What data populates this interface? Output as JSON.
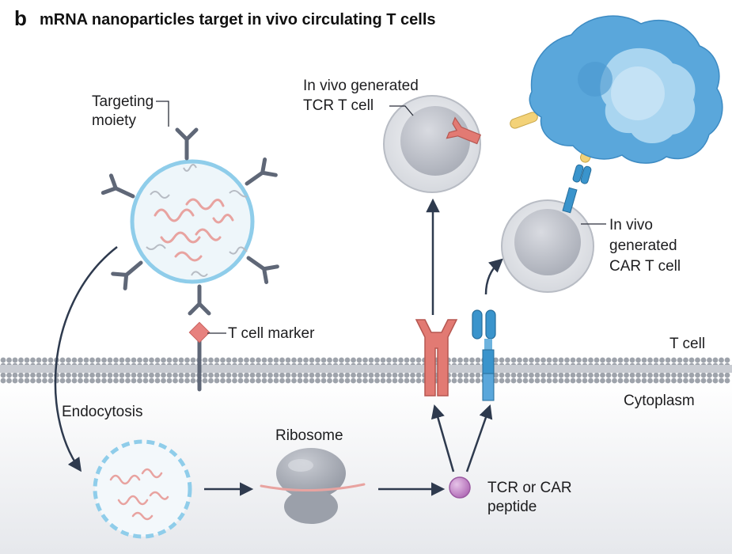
{
  "panel_letter": "b",
  "title": "mRNA nanoparticles target in vivo circulating T cells",
  "labels": {
    "targeting_moiety_line1": "Targeting",
    "targeting_moiety_line2": "moiety",
    "t_cell_marker": "T cell marker",
    "tcr_cell_line1": "In vivo generated",
    "tcr_cell_line2": "TCR T cell",
    "car_cell_line1": "In vivo",
    "car_cell_line2": "generated",
    "car_cell_line3": "CAR T cell",
    "t_cell": "T cell",
    "cytoplasm": "Cytoplasm",
    "endocytosis": "Endocytosis",
    "ribosome": "Ribosome",
    "peptide_line1": "TCR or CAR",
    "peptide_line2": "peptide"
  },
  "colors": {
    "membrane": "#9ea3ab",
    "cytoplasm_top": "#ffffff",
    "cytoplasm_bottom": "#e9ebef",
    "nanoparticle_ring": "#8fcdea",
    "nanoparticle_fill": "#eef6fa",
    "mrna": "#e8a3a0",
    "antibody": "#5f6777",
    "marker": "#e7817e",
    "tcr": "#e27a73",
    "car": "#3a94cc",
    "peptide": "#c388c7",
    "arrow": "#2e3a4e",
    "tumor": "#5aa7db",
    "antigen": "#f3d278",
    "cell": "#c6c9d1"
  }
}
